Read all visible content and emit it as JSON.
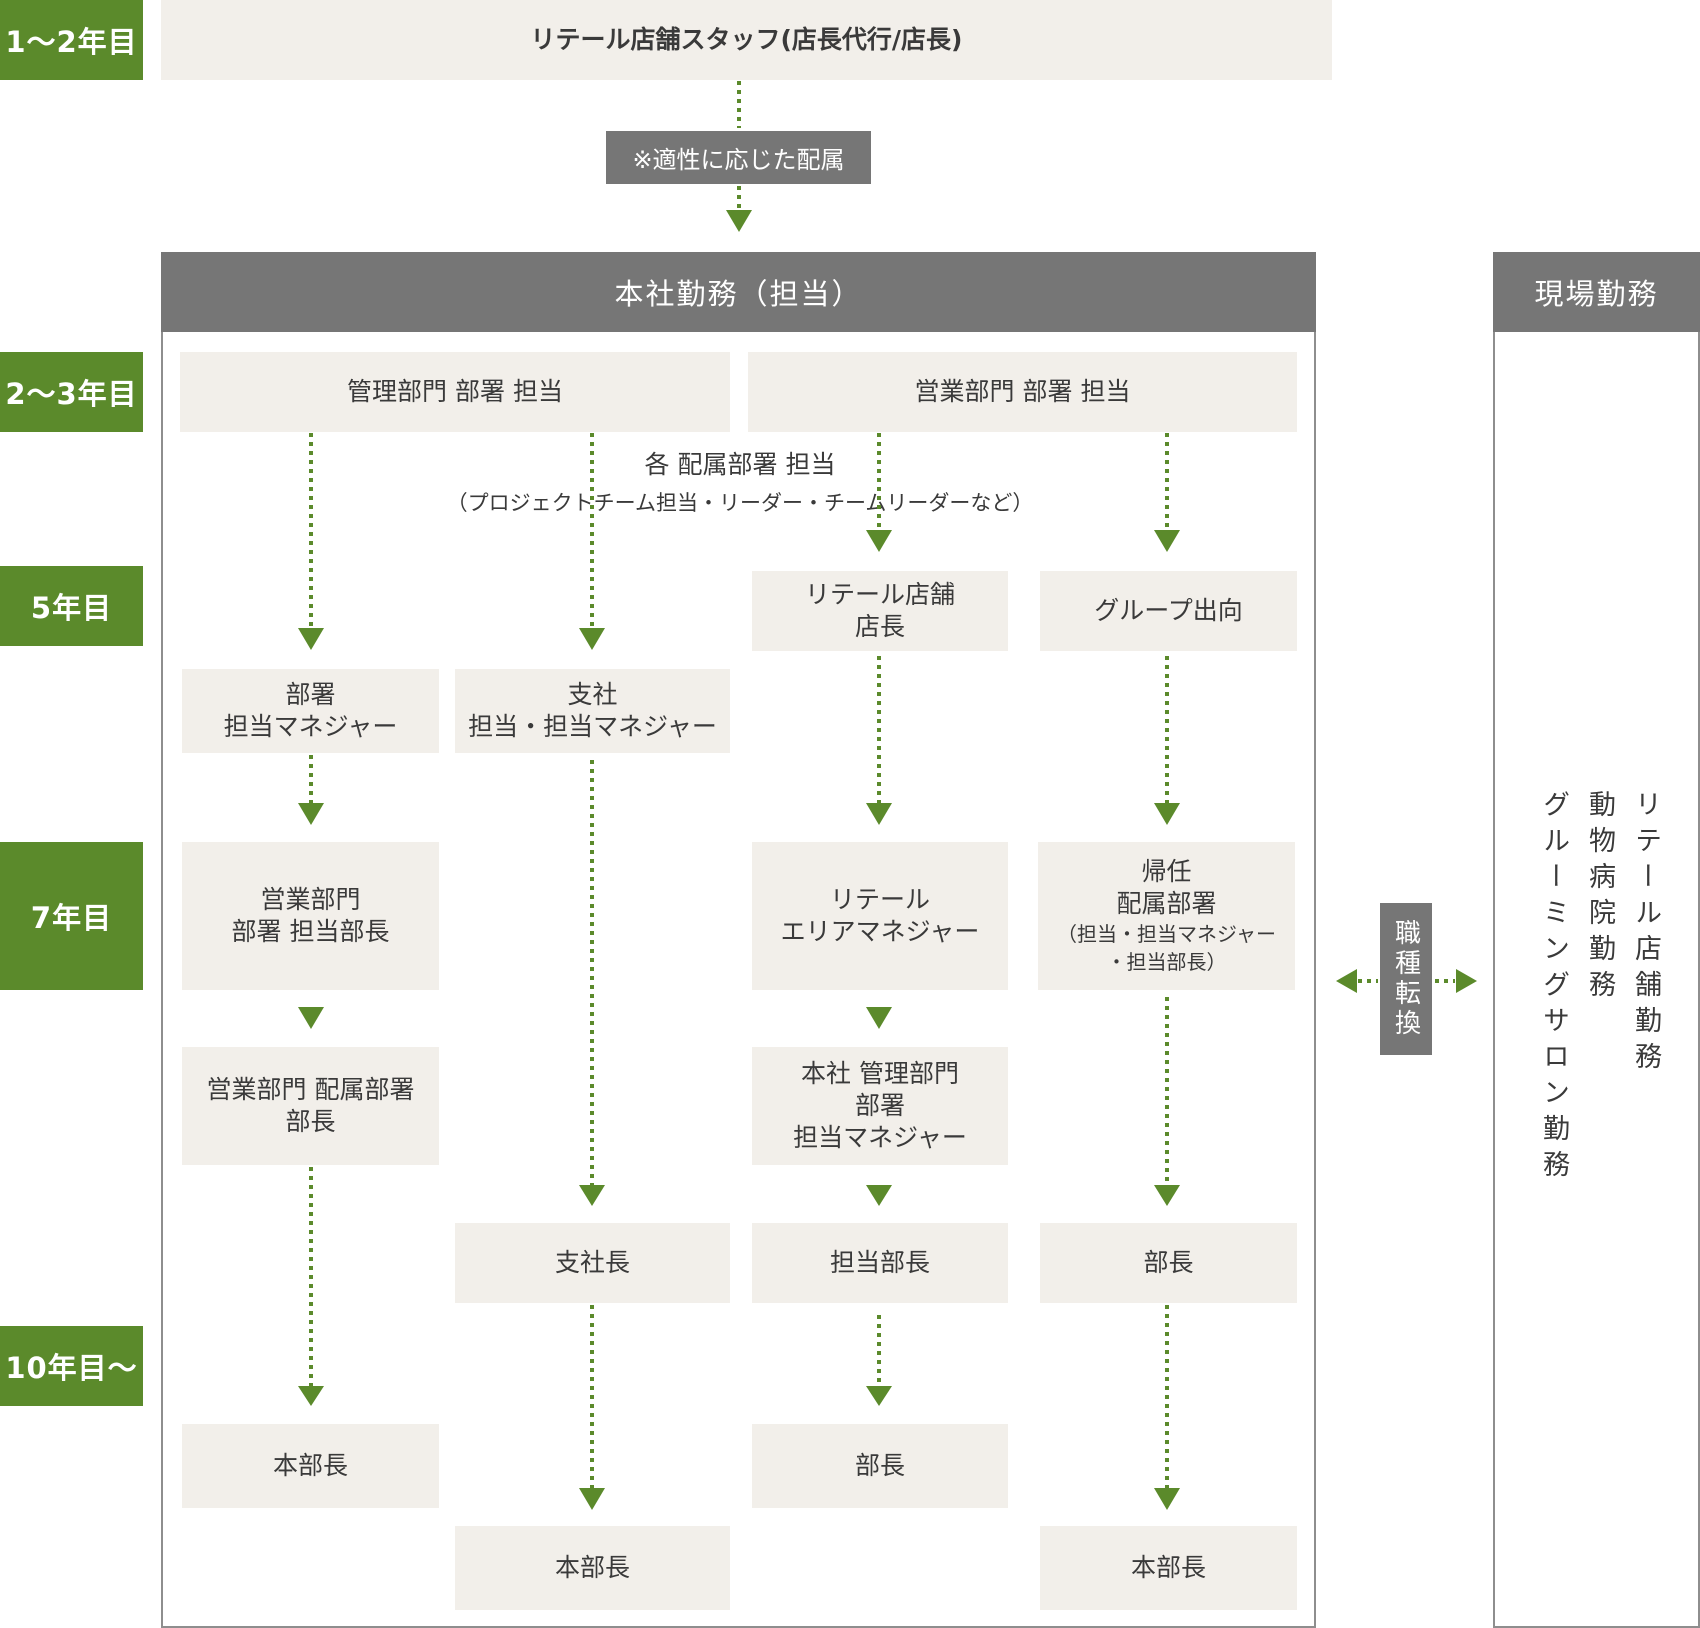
{
  "years": {
    "y1": "1〜2年目",
    "y2": "2〜3年目",
    "y5": "5年目",
    "y7": "7年目",
    "y10": "10年目〜"
  },
  "top": {
    "staff": "リテール店舗スタッフ(店長代行/店長)",
    "note": "※適性に応じた配属"
  },
  "headquarters": {
    "header": "本社勤務（担当）",
    "admin_dept": "管理部門 部署 担当",
    "sales_dept": "営業部門 部署 担当",
    "assignment_main": "各 配属部署 担当",
    "assignment_sub": "（プロジェクトチーム担当・リーダー・チームリーダーなど）",
    "col1": {
      "b1": [
        "部署",
        "担当マネジャー"
      ],
      "b2": [
        "営業部門",
        "部署 担当部長"
      ],
      "b3": [
        "営業部門 配属部署",
        "部長"
      ],
      "b4": "本部長"
    },
    "col2": {
      "b1": [
        "支社",
        "担当・担当マネジャー"
      ],
      "b2": "支社長",
      "b3": "本部長"
    },
    "col3": {
      "b1": [
        "リテール店舗",
        "店長"
      ],
      "b2": [
        "リテール",
        "エリアマネジャー"
      ],
      "b3": [
        "本社 管理部門",
        "部署",
        "担当マネジャー"
      ],
      "b4": "担当部長",
      "b5": "部長"
    },
    "col4": {
      "b1": "グループ出向",
      "b2": [
        "帰任",
        "配属部署"
      ],
      "b2_small": [
        "（担当・担当マネジャー",
        "・担当部長）"
      ],
      "b3": "部長",
      "b4": "本部長"
    }
  },
  "job_change": "職種転換",
  "field": {
    "header": "現場勤務",
    "items": [
      "リテール店舗勤務",
      "動物病院勤務",
      "グルーミングサロン勤務"
    ]
  },
  "colors": {
    "year_green": "#5b8a2b",
    "arrow_green": "#5b8a2b",
    "box_beige": "#f2efea",
    "header_gray": "#767676"
  }
}
